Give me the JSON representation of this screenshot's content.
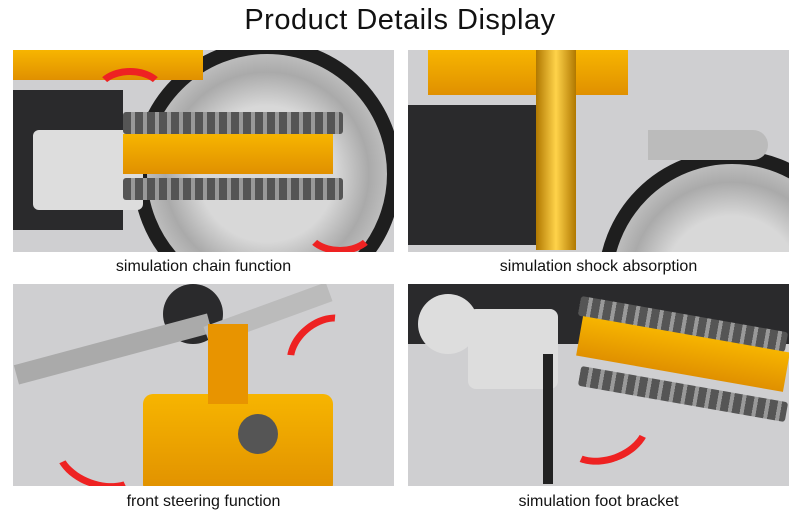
{
  "title": "Product Details Display",
  "panels": [
    {
      "caption": "simulation chain function"
    },
    {
      "caption": "simulation shock absorption"
    },
    {
      "caption": "front steering function"
    },
    {
      "caption": "simulation foot bracket"
    }
  ],
  "colors": {
    "accent_yellow": "#f0a800",
    "arrow_red": "#e02020",
    "background": "#cfcfd1"
  }
}
